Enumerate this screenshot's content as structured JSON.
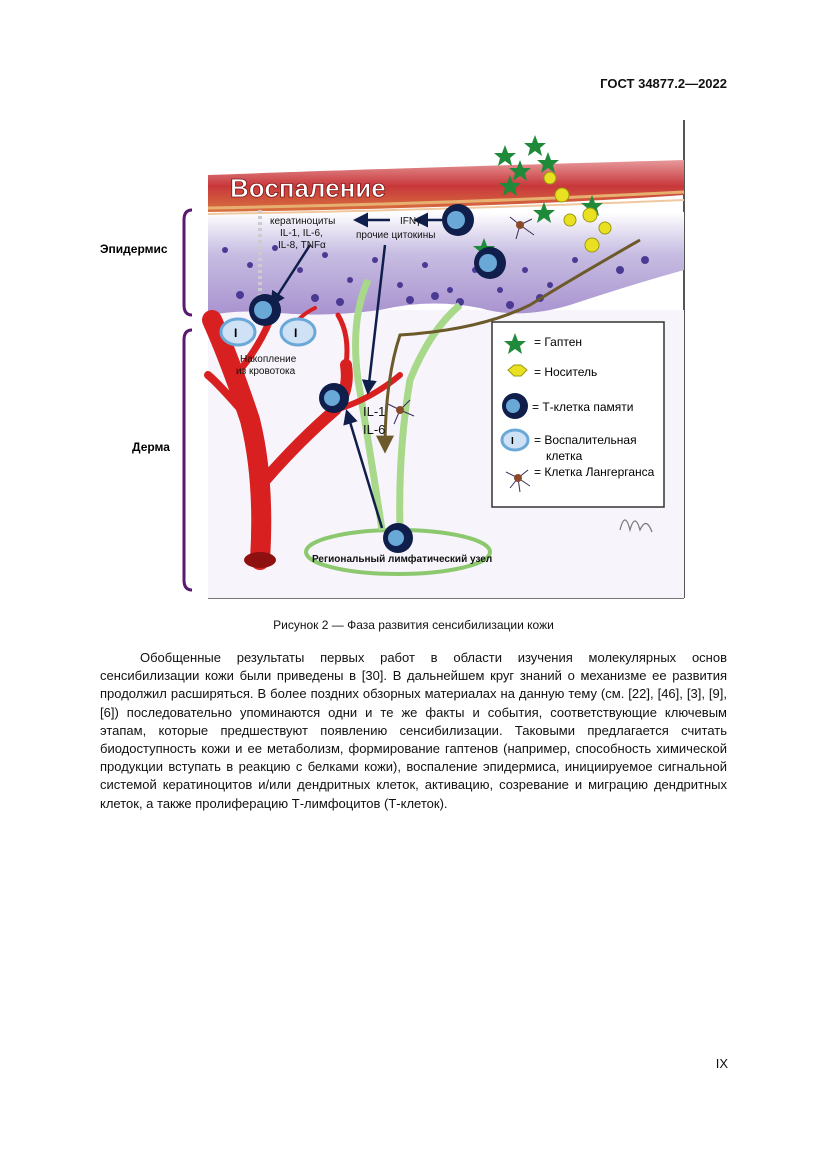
{
  "header": {
    "standard": "ГОСТ 34877.2—2022"
  },
  "figure": {
    "title": "Воспаление",
    "layer_epidermis": "Эпидермис",
    "layer_dermis": "Дерма",
    "kerat_line1": "кератиноциты",
    "kerat_line2": "IL-1, IL-6,",
    "kerat_line3": "IL-8, TNFα",
    "ifn_line1": "IFNγ",
    "ifn_line2": "прочие цитокины",
    "accum_line1": "Накопление",
    "accum_line2": "из кровотока",
    "il1": "IL-1",
    "il6": "IL-6",
    "node": "Региональный лимфатический узел",
    "cell_letter": "I",
    "legend": {
      "hapten": "= Гаптен",
      "carrier": "= Носитель",
      "memory": "= Т-клетка памяти",
      "inflam_line1": "= Воспалительная",
      "inflam_line2": "клетка",
      "langerhans": "= Клетка Лангерганса"
    }
  },
  "caption": "Рисунок 2 — Фаза развития сенсибилизации кожи",
  "paragraph": "Обобщенные результаты первых работ в области изучения молекулярных основ сенсибилизации кожи были приведены в [30]. В дальнейшем круг знаний о механизме ее развития продолжил расширяться. В более поздних обзорных материалах на данную тему (см. [22], [46], [3], [9], [6]) последовательно упоминаются одни и те же факты и события, соответствующие ключевым этапам, которые предшествуют появлению сенсибилизации. Таковыми предлагается считать биодоступность кожи и ее метаболизм, формирование гаптенов (например, способность химической продукции вступать в реакцию с белками кожи), воспаление эпидермиса, инициируемое сигнальной системой кератиноцитов и/или дендритных клеток, активацию, созревание и миграцию дендритных клеток, а также пролиферацию Т-лимфоцитов (Т-клеток).",
  "page_number": "IX",
  "colors": {
    "skin_top": "#c8373a",
    "epidermis": "#b7a6d6",
    "vessel": "#d82020",
    "lymph": "#8cc86e",
    "memory_cell": "#0f1e4a",
    "bracket": "#5a1a6e",
    "hapten": "#1f8a3a",
    "carrier": "#e8e020"
  }
}
